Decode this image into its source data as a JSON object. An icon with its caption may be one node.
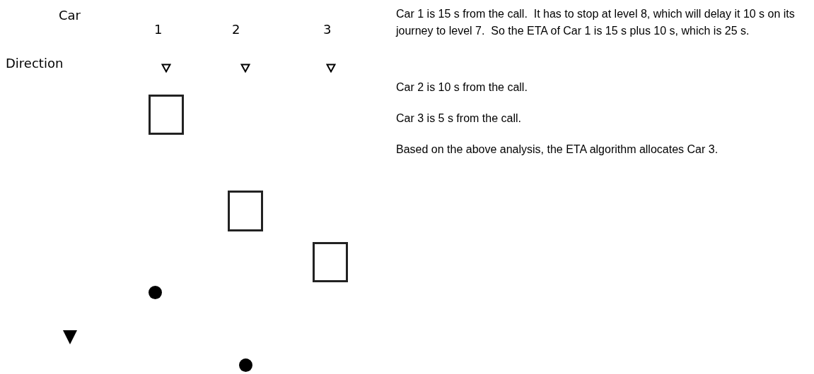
{
  "diagram": {
    "nodes": [
      {
        "text": [],
        "shape": "box"
      },
      {
        "text": [],
        "shape": "box"
      },
      {
        "text": [],
        "shape": "box"
      },
      {
        "text": [],
        "shape": "circle"
      },
      {
        "text": [],
        "shape": "triangle"
      },
      {
        "text": [],
        "shape": "circle"
      }
    ],
    "labels": [
      "Car",
      "1",
      "2",
      "3",
      "Direction",
      "Car 1 is 15 s from the call.  It has to stop at level 8, which will delay it 10 s on its journey to level 7.  So the ETA of Car 1 is 15 s plus 10 s, which is 25 s.",
      "Car 2 is 10 s from the call.",
      "Car 3 is 5 s from the call.",
      "Based on the above analysis, the ETA algorithm allocates Car 3."
    ]
  }
}
